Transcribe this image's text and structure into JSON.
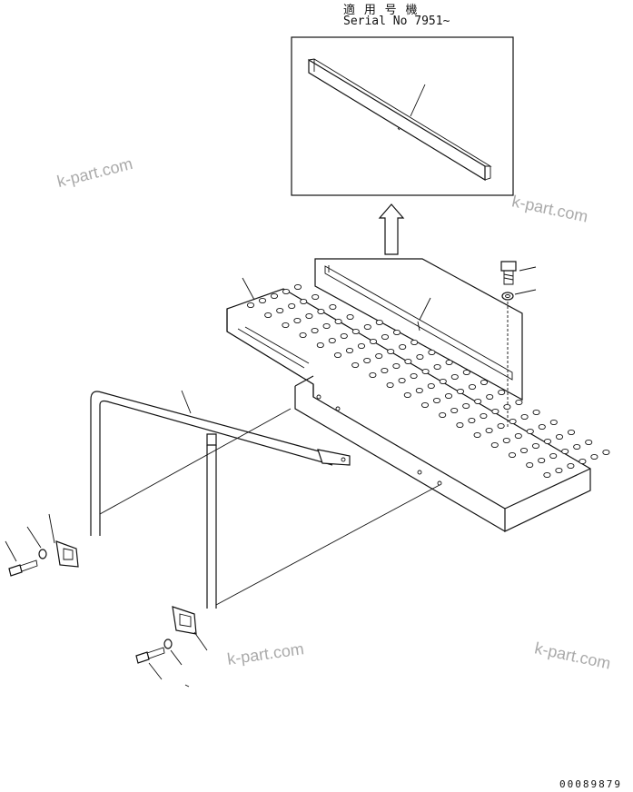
{
  "header": {
    "applicable_label": "適 用 号 機",
    "serial_label": "Serial No 7951~"
  },
  "watermarks": [
    "k-part.com",
    "k-part.com",
    "k-part.com",
    "k-part.com"
  ],
  "drawing_number": "00089879"
}
